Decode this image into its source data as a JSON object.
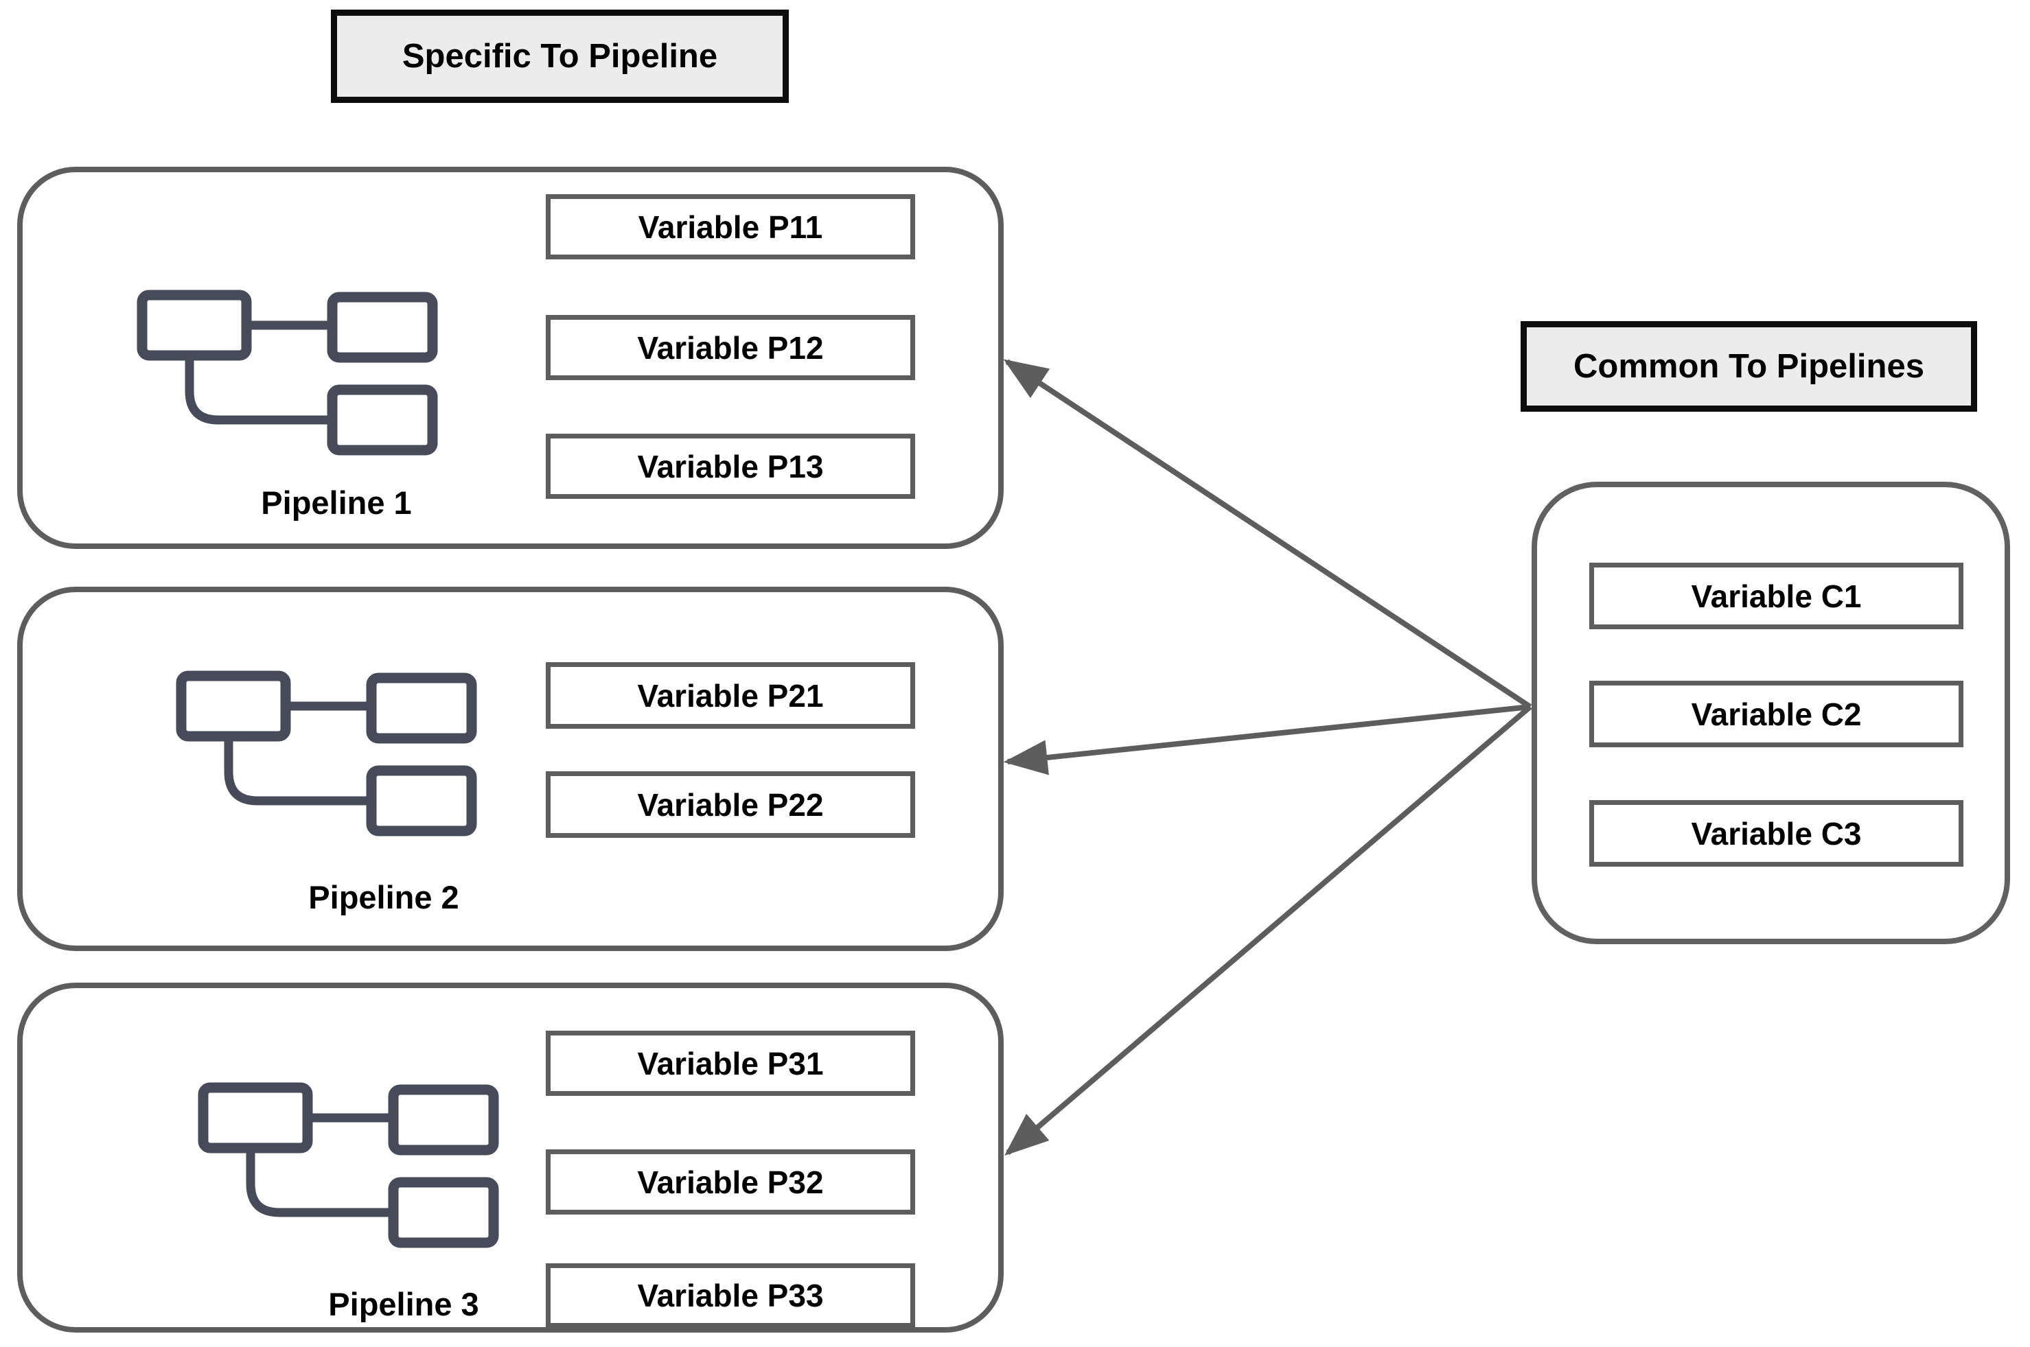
{
  "title_labels": {
    "specific": "Specific To Pipeline",
    "common": "Common To Pipelines"
  },
  "pipelines": [
    {
      "name": "Pipeline 1",
      "variables": [
        "Variable P11",
        "Variable P12",
        "Variable P13"
      ]
    },
    {
      "name": "Pipeline 2",
      "variables": [
        "Variable P21",
        "Variable P22"
      ]
    },
    {
      "name": "Pipeline 3",
      "variables": [
        "Variable P31",
        "Variable P32",
        "Variable P33"
      ]
    }
  ],
  "common_group": {
    "variables": [
      "Variable C1",
      "Variable C2",
      "Variable C3"
    ]
  },
  "icons": {
    "pipeline": "pipeline-flowchart-icon"
  },
  "colors": {
    "background": "#ffffff",
    "group_outline": "#5d5d5d",
    "variable_outline": "#5d5d5d",
    "title_border": "#0d0d0d",
    "title_background": "#ececec",
    "icon_color": "#474b59",
    "arrow_color": "#5d5d5d",
    "text_color": "#000000"
  }
}
